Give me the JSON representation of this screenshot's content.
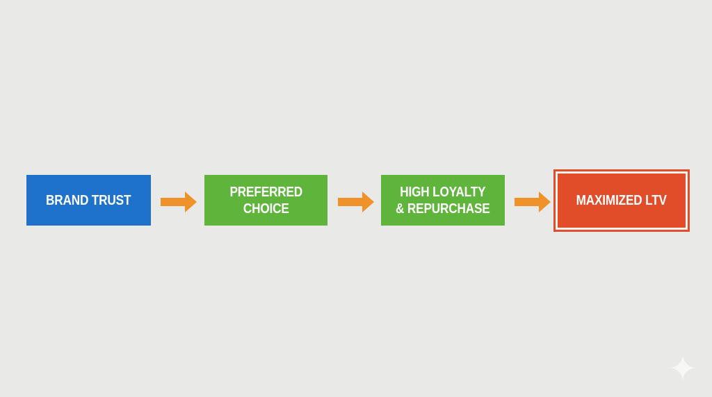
{
  "diagram": {
    "type": "flow",
    "direction": "left-to-right",
    "steps": [
      {
        "label": "BRAND TRUST",
        "color": "#1f72c9"
      },
      {
        "label": "PREFERRED\nCHOICE",
        "color": "#5fb43b"
      },
      {
        "label": "HIGH LOYALTY\n& REPURCHASE",
        "color": "#5fb43b"
      },
      {
        "label": "MAXIMIZED LTV",
        "color": "#e04d28",
        "emphasized": true
      }
    ],
    "connectors": [
      {
        "from": 0,
        "to": 1,
        "icon": "arrow-right-icon",
        "color": "#f0922a"
      },
      {
        "from": 1,
        "to": 2,
        "icon": "arrow-right-icon",
        "color": "#f0922a"
      },
      {
        "from": 2,
        "to": 3,
        "icon": "arrow-right-icon",
        "color": "#f0922a"
      }
    ],
    "background": "#e9e9e7"
  },
  "watermark": {
    "icon": "sparkle-icon"
  }
}
